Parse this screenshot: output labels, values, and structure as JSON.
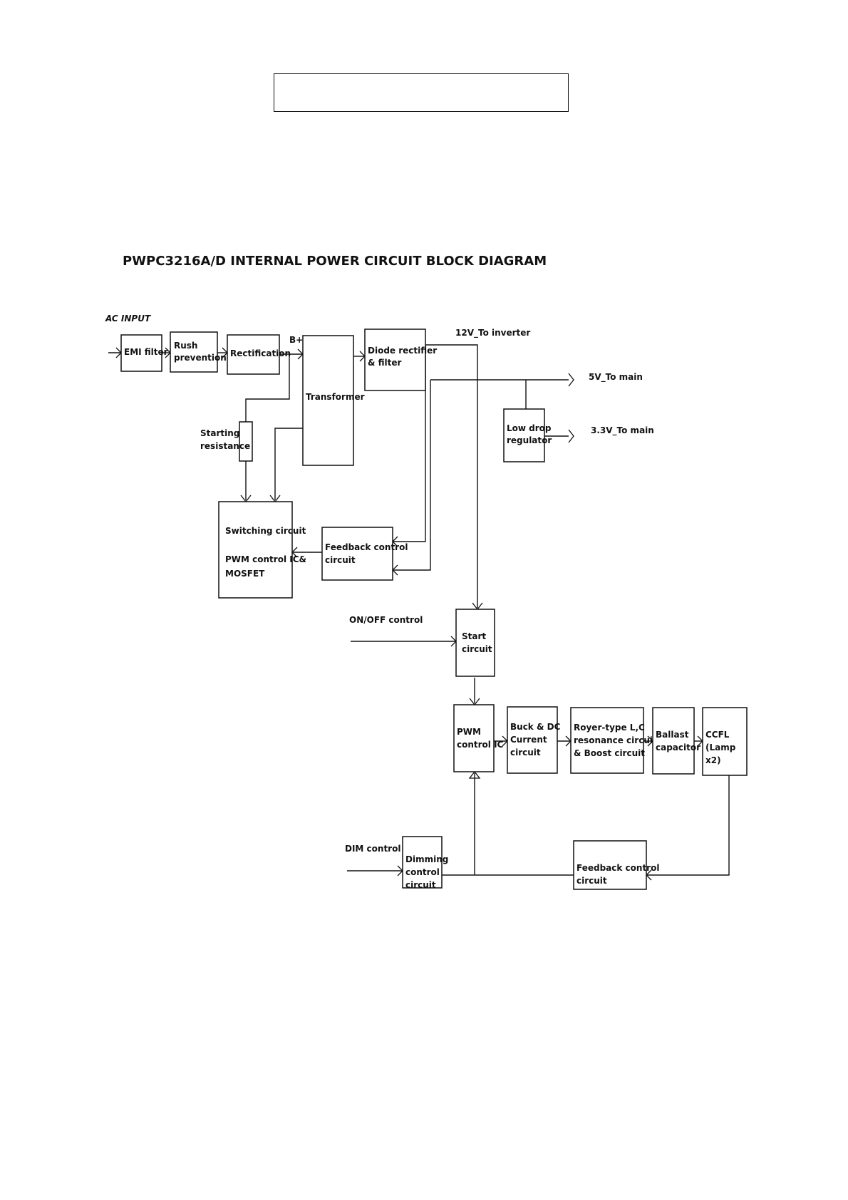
{
  "header_box_text": "",
  "diagram": {
    "title": "PWPC3216A/D INTERNAL POWER CIRCUIT BLOCK DIAGRAM",
    "inputs": {
      "ac_input": "AC INPUT",
      "on_off_control": "ON/OFF control",
      "dim_control": "DIM control"
    },
    "outputs": {
      "to_inverter": "12V_To inverter",
      "to_main_5v": "5V_To main",
      "to_main_3v3": "3.3V_To main"
    },
    "node_labels": {
      "b_plus": "B+"
    },
    "blocks": {
      "emi_filter": [
        "EMI filter"
      ],
      "rush_prevention": [
        "Rush",
        "prevention"
      ],
      "rectification": [
        "Rectification"
      ],
      "transformer": [
        "Transformer"
      ],
      "diode_rectifier": [
        "Diode rectifier",
        "& filter"
      ],
      "starting_resistance": [
        "Starting",
        "resistance"
      ],
      "low_drop_regulator": [
        "Low drop",
        "regulator"
      ],
      "switching_circuit": [
        "Switching circuit",
        "PWM control IC&",
        "MOSFET"
      ],
      "feedback_control_1": [
        "Feedback control",
        "circuit"
      ],
      "start_circuit": [
        "Start",
        "circuit"
      ],
      "pwm_control_ic": [
        "PWM",
        "control IC"
      ],
      "buck_dc_current": [
        "Buck & DC",
        "Current",
        "circuit"
      ],
      "royer_type": [
        "Royer-type L,C",
        "resonance circuit",
        "& Boost circuit"
      ],
      "ballast_capacitor": [
        "Ballast",
        "capacitor"
      ],
      "ccfl": [
        "CCFL",
        "(Lamp",
        "x2)"
      ],
      "dimming_control": [
        "Dimming",
        "control",
        "circuit"
      ],
      "feedback_control_2": [
        "Feedback control",
        "circuit"
      ]
    }
  }
}
